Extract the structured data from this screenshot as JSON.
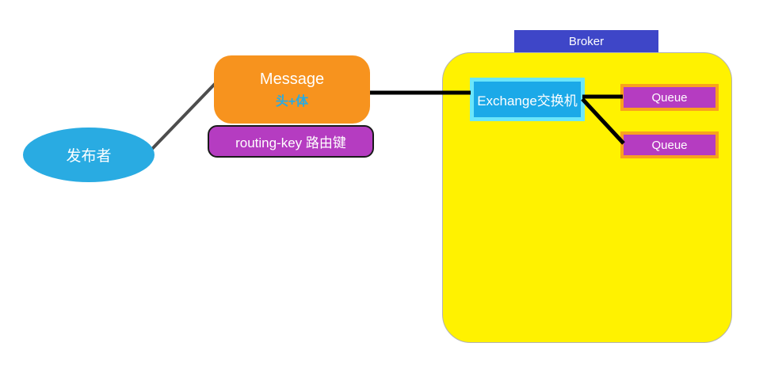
{
  "diagram": {
    "publisher": {
      "label": "发布者"
    },
    "message": {
      "title": "Message",
      "subtitle": "头+体"
    },
    "routing_key": {
      "label": "routing-key 路由键"
    },
    "broker": {
      "label": "Broker"
    },
    "exchange": {
      "label": "Exchange交换机"
    },
    "queues": [
      {
        "label": "Queue"
      },
      {
        "label": "Queue"
      }
    ]
  },
  "colors": {
    "publisher-fill": "#29abe2",
    "message-fill": "#f7931e",
    "message-subtitle": "#29abe2",
    "routing-fill": "#b53cc1",
    "routing-border": "#1a1a1a",
    "broker-fill": "#3e46c8",
    "container-fill": "#fff200",
    "container-border": "#b3b3b3",
    "exchange-fill": "#1ba9e8",
    "exchange-border": "#6ce6fa",
    "queue-fill": "#b53cc1",
    "queue-border": "#f9a21d",
    "connector-black": "#000000",
    "connector-gray": "#4d4d4d",
    "text-light": "#ffffff"
  }
}
